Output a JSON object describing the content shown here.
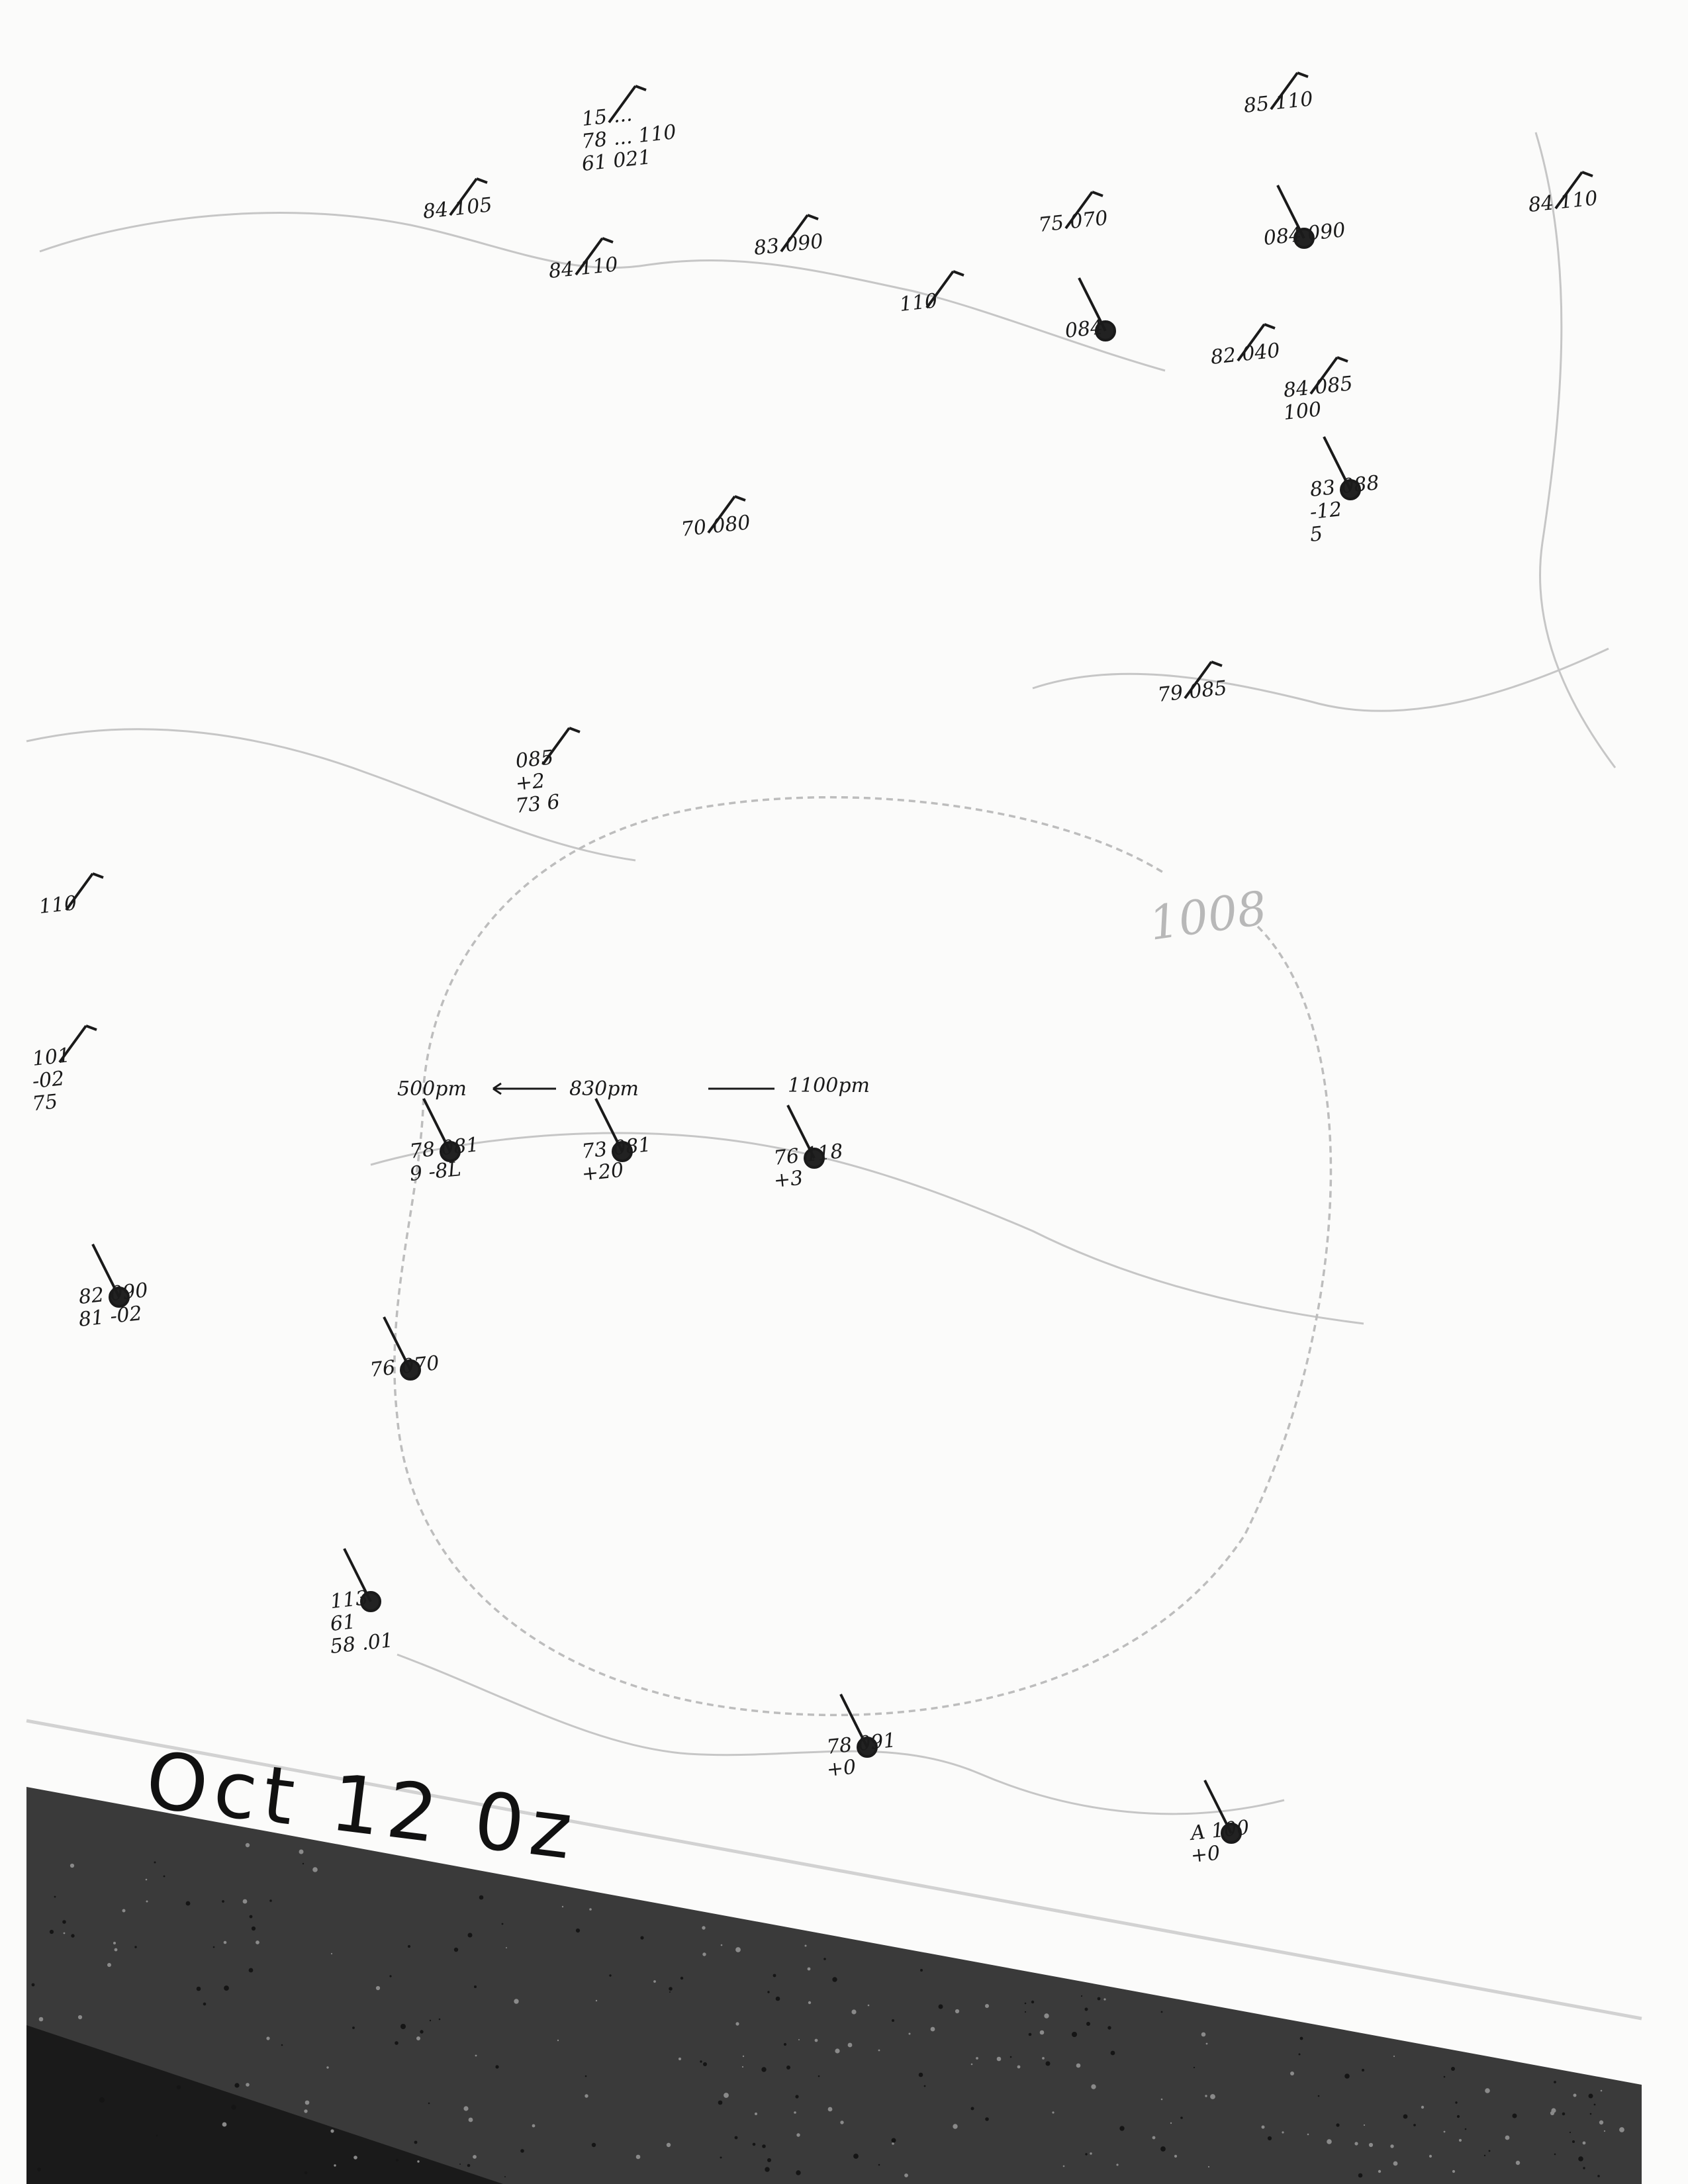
{
  "page_note": "Oct 12 0z",
  "isobar_label": "1008",
  "colors": {
    "ink": "#1a1a1a",
    "faint": "#c4c4c4",
    "paper": "#fbfbfa",
    "table": "#3a3a3a"
  },
  "stations": [
    {
      "id": "s1",
      "lines": [
        "15 ...",
        "78 ... 110",
        "61 021"
      ]
    },
    {
      "id": "s2",
      "lines": [
        "84 105"
      ]
    },
    {
      "id": "s3",
      "lines": [
        "84 110"
      ]
    },
    {
      "id": "s4",
      "lines": [
        "83 090"
      ]
    },
    {
      "id": "s5",
      "lines": [
        "110"
      ]
    },
    {
      "id": "s6",
      "lines": [
        "75 070"
      ]
    },
    {
      "id": "s7",
      "lines": [
        "084"
      ]
    },
    {
      "id": "s8",
      "lines": [
        "084 090"
      ]
    },
    {
      "id": "s9",
      "lines": [
        "85 110"
      ]
    },
    {
      "id": "s10",
      "lines": [
        "84 110"
      ]
    },
    {
      "id": "s11",
      "lines": [
        "82 040"
      ]
    },
    {
      "id": "s12",
      "lines": [
        "84 085",
        "100"
      ]
    },
    {
      "id": "s13",
      "lines": [
        "83 088",
        "-12",
        "5"
      ]
    },
    {
      "id": "s14",
      "lines": [
        "70 080"
      ]
    },
    {
      "id": "s15",
      "lines": [
        "79 085"
      ]
    },
    {
      "id": "s16",
      "lines": [
        "085",
        "+2",
        "73 6"
      ]
    },
    {
      "id": "s17",
      "lines": [
        "110"
      ]
    },
    {
      "id": "s18",
      "lines": [
        "101",
        "-02",
        "75"
      ]
    },
    {
      "id": "s19",
      "lines": [
        "78 081",
        "9 -8L"
      ]
    },
    {
      "id": "s20",
      "lines": [
        "73 081",
        "+20"
      ]
    },
    {
      "id": "s21",
      "lines": [
        "76 118",
        "+3"
      ]
    },
    {
      "id": "s22",
      "lines": [
        "82 090",
        "81 -02"
      ]
    },
    {
      "id": "s23",
      "lines": [
        "76 070"
      ]
    },
    {
      "id": "s24",
      "lines": [
        "113",
        "61",
        "58 .01"
      ]
    },
    {
      "id": "s25",
      "lines": [
        "78 091",
        "+0"
      ]
    },
    {
      "id": "s26",
      "lines": [
        "A 100",
        "+0"
      ]
    }
  ],
  "time_labels": [
    "500pm",
    "830pm",
    "1100pm"
  ]
}
